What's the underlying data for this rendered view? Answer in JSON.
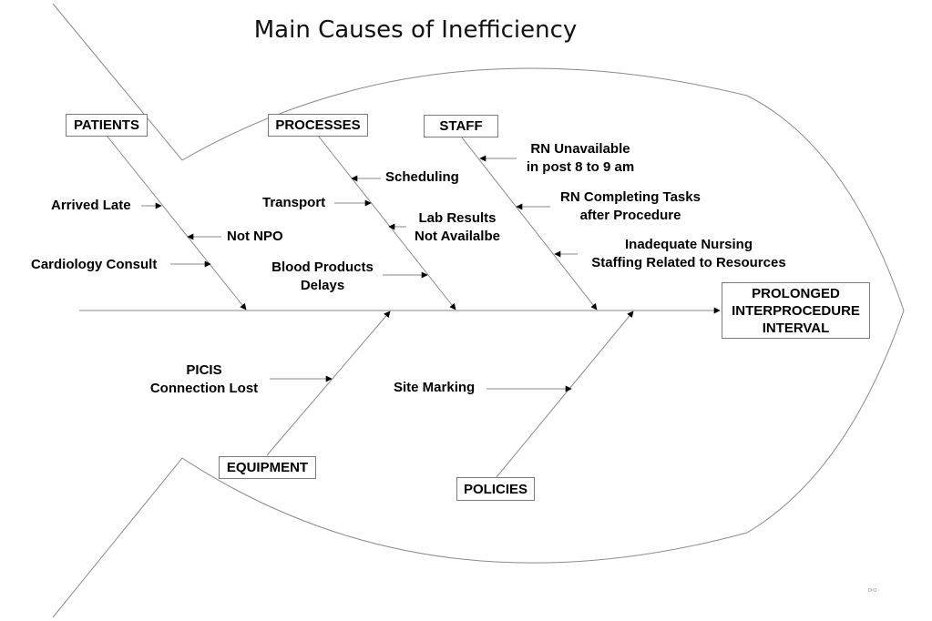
{
  "title": "Main Causes of Inefficiency",
  "effect": "PROLONGED INTERPROCEDURE INTERVAL",
  "categories": {
    "patients": "PATIENTS",
    "processes": "PROCESSES",
    "staff": "STAFF",
    "equipment": "EQUIPMENT",
    "policies": "POLICIES"
  },
  "causes": {
    "patients": [
      "Arrived Late",
      "Not NPO",
      "Cardiology Consult"
    ],
    "processes": [
      "Scheduling",
      "Transport",
      "Lab Results\nNot Availalbe",
      "Blood Products\nDelays"
    ],
    "staff": [
      "RN Unavailable\nin post 8 to 9 am",
      "RN Completing Tasks\nafter Procedure",
      "Inadequate Nursing\nStaffing Related to Resources"
    ],
    "equipment": [
      "PICIS\nConnection Lost"
    ],
    "policies": [
      "Site Marking"
    ]
  },
  "corner_mark": "⚯",
  "colors": {
    "lines": "#8a8a8a",
    "arrows": "#000000",
    "box_border": "#7a7a7a"
  }
}
